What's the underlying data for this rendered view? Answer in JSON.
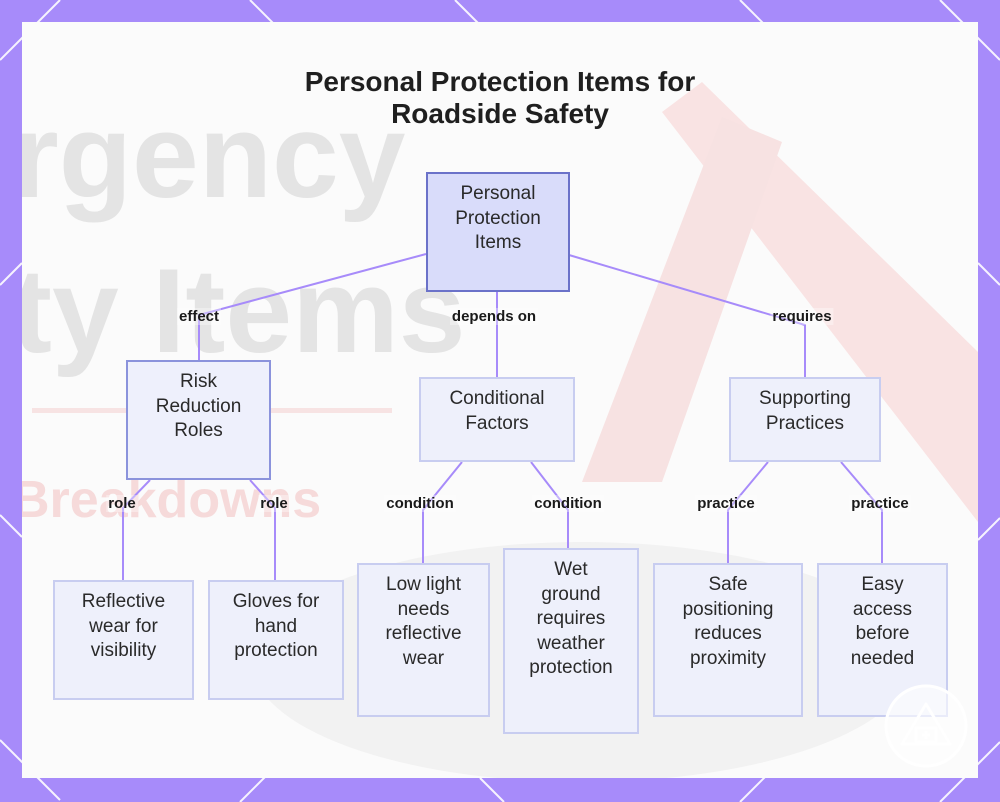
{
  "title": {
    "line1": "Personal Protection Items for",
    "line2": "Roadside Safety"
  },
  "colors": {
    "frame": "#a78bfa",
    "edge": "#a78bfa",
    "root_fill": "#d9dcfa",
    "root_border": "#6b72c9",
    "node_fill": "#eef0fb",
    "node_border": "#c8cdf0",
    "mid_border": "#8b93dc"
  },
  "nodes": {
    "root": "Personal\nProtection\nItems",
    "risk": "Risk\nReduction\nRoles",
    "conditional": "Conditional\nFactors",
    "supporting": "Supporting\nPractices",
    "reflective": "Reflective\nwear for\nvisibility",
    "gloves": "Gloves for\nhand\nprotection",
    "low_light": "Low light\nneeds\nreflective\nwear",
    "wet_ground": "Wet\nground\nrequires\nweather\nprotection",
    "safe_positioning": "Safe\npositioning\nreduces\nproximity",
    "easy_access": "Easy\naccess\nbefore\nneeded"
  },
  "edges": {
    "root_risk": "effect",
    "root_conditional": "depends on",
    "root_supporting": "requires",
    "risk_reflective": "role",
    "risk_gloves": "role",
    "conditional_low_light": "condition",
    "conditional_wet_ground": "condition",
    "supporting_safe_positioning": "practice",
    "supporting_easy_access": "practice"
  },
  "background": {
    "text1": "rgency",
    "text2": "ty Items",
    "text3": "Breakdowns"
  },
  "badge_icon": "warning-triangle-first-aid-icon"
}
